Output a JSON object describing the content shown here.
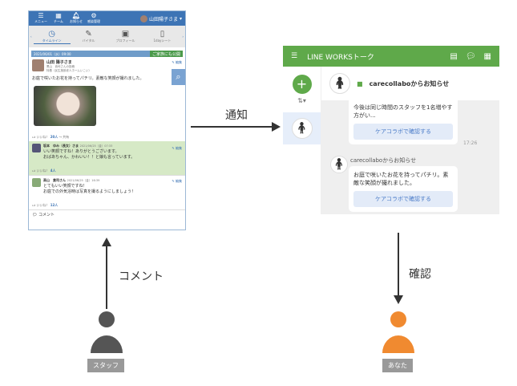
{
  "app": {
    "nav": [
      "メニュー",
      "チーム",
      "お知らせ",
      "感染管理"
    ],
    "user": "山田陽子さま",
    "tabs": [
      "タイムライン",
      "バイタル",
      "プロフィール",
      "1dayシート"
    ],
    "date": "2021/06/01（水）09:00",
    "publish": "ご家族にも公開",
    "post": {
      "name": "山田 陽子さま",
      "sub1": "黒山　貴司さんの投稿",
      "sub2": "特養（民生施設老人ホームいこい）",
      "edit": "編集",
      "text": "お庭で咲いたお花を持ってパチリ。素敵な笑顔が撮れました。",
      "like": "いいね！",
      "likes": "20人",
      "share": "共有"
    },
    "comments": [
      {
        "name": "坂本　ゆみ（長女）さま",
        "time": "2021/06/25（金）07:33",
        "lines": [
          "いい笑顔ですね！ありがとうございます。",
          "おばあちゃん、かわいい！！と娘も言っています。"
        ],
        "likes": "4人",
        "edit": "編集"
      },
      {
        "name": "高山　貴司さん",
        "time": "2021/06/25（金）16:39",
        "lines": [
          "とてもいい笑顔ですね！",
          "お庭での外気浴時は写真を撮るようにしましょう！"
        ],
        "likes": "12人",
        "edit": "編集"
      }
    ],
    "like": "いいね！",
    "comment": "コメント"
  },
  "lw": {
    "title": "LINE WORKSトーク",
    "channel": "carecollaboからお知らせ",
    "msg1": "今後は同じ時間のスタッフを1名増やす方がい...",
    "btn": "ケアコラボで確認する",
    "time": "17:26",
    "sender": "carecollaboからお知らせ",
    "msg2": "お庭で咲いたお花を持ってパチリ。素敵な笑顔が撮れました。"
  },
  "flow": {
    "notify": "通知",
    "comment": "コメント",
    "confirm": "確認",
    "staff": "スタッフ",
    "you": "あなた"
  },
  "colors": {
    "staff": "#555555",
    "you": "#f08a30",
    "green": "#5fa94a",
    "blue": "#3d74b5"
  }
}
